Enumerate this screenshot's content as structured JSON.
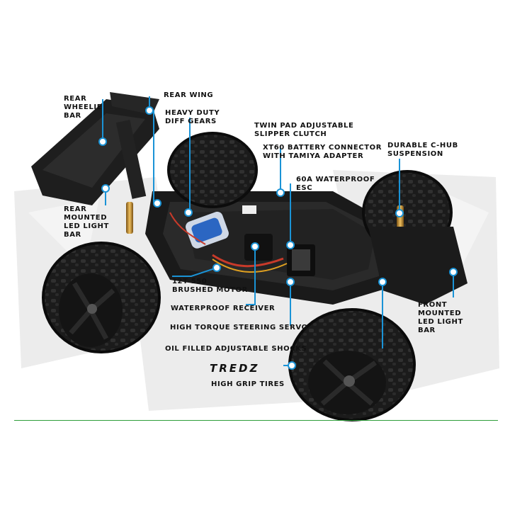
{
  "brand": {
    "logo_text": "TREDZ",
    "tagline": "HIGH GRIP TIRES"
  },
  "callouts": {
    "rear_wheelie_bar": [
      "REAR",
      "WHEELIE",
      "BAR"
    ],
    "rear_wing": [
      "REAR WING"
    ],
    "heavy_duty_diff": [
      "HEAVY DUTY",
      "DIFF GEARS"
    ],
    "slipper_clutch": [
      "TWIN PAD ADJUSTABLE",
      "SLIPPER CLUTCH"
    ],
    "xt60": [
      "XT60 BATTERY CONNECTOR",
      "WITH TAMIYA ADAPTER"
    ],
    "esc": [
      "60A WATERPROOF",
      "ESC"
    ],
    "c_hub": [
      "DURABLE C-HUB",
      "SUSPENSION"
    ],
    "rear_led": [
      "REAR",
      "MOUNTED",
      "LED LIGHT",
      "BAR"
    ],
    "motor": [
      "12T 550",
      "BRUSHED MOTOR"
    ],
    "receiver": [
      "WATERPROOF RECEIVER"
    ],
    "servo": [
      "HIGH TORQUE STEERING SERVO"
    ],
    "shocks": [
      "OIL FILLED ADJUSTABLE SHOCKS"
    ],
    "front_led": [
      "FRONT",
      "MOUNTED",
      "LED LIGHT",
      "BAR"
    ]
  },
  "colors": {
    "accent": "#1a93d6",
    "divider": "#2e9e3a",
    "chassis": "#1c1c1c",
    "shock_gold": "#c9922e"
  }
}
